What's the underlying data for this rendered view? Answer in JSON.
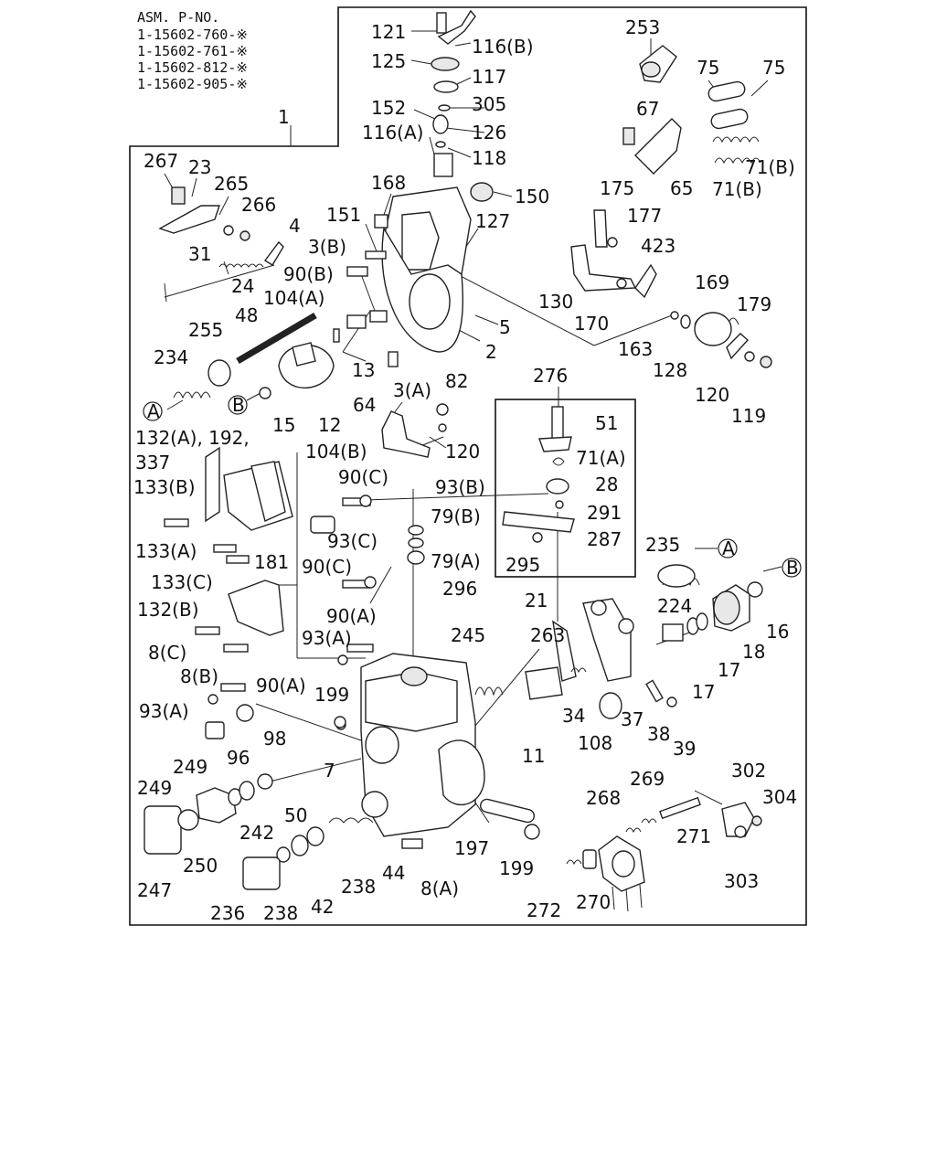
{
  "header": {
    "title": "ASM. P-NO.",
    "part_numbers": [
      "1-15602-760-※",
      "1-15602-761-※",
      "1-15602-812-※",
      "1-15602-905-※"
    ]
  },
  "callouts": {
    "c1": "1",
    "c121": "121",
    "c116b": "116(B)",
    "c125": "125",
    "c117": "117",
    "c152": "152",
    "c305": "305",
    "c126": "126",
    "c116a": "116(A)",
    "c118": "118",
    "c253": "253",
    "c75a": "75",
    "c75b": "75",
    "c67": "67",
    "c71b1": "71(B)",
    "c65": "65",
    "c71b2": "71(B)",
    "c267": "267",
    "c23": "23",
    "c265": "265",
    "c266": "266",
    "c168": "168",
    "c150": "150",
    "c151": "151",
    "c127": "127",
    "c175": "175",
    "c177": "177",
    "c4": "4",
    "c31": "31",
    "c3b": "3(B)",
    "c423": "423",
    "c90b": "90(B)",
    "c24": "24",
    "c169": "169",
    "c179": "179",
    "c104a": "104(A)",
    "c130": "130",
    "c170": "170",
    "c5": "5",
    "c48": "48",
    "c255": "255",
    "c163": "163",
    "c2": "2",
    "c234": "234",
    "c128": "128",
    "c13": "13",
    "c82": "82",
    "c120a": "120",
    "c3a": "3(A)",
    "c276": "276",
    "c119": "119",
    "ca1": "A",
    "cb1": "B",
    "c15": "15",
    "c64": "64",
    "c12": "12",
    "c51": "51",
    "c132a": "132(A), 192,",
    "c120b": "120",
    "c337": "337",
    "c104b": "104(B)",
    "c71a": "71(A)",
    "c90c1": "90(C)",
    "c28": "28",
    "c133b": "133(B)",
    "c93b": "93(B)",
    "c291": "291",
    "c79b": "79(B)",
    "c287": "287",
    "c93c": "93(C)",
    "c133a": "133(A)",
    "c235": "235",
    "ca2": "A",
    "c79a": "79(A)",
    "c181": "181",
    "c295": "295",
    "c133c": "133(C)",
    "c90c2": "90(C)",
    "cb2": "B",
    "c296": "296",
    "c21": "21",
    "c132b": "132(B)",
    "c90a1": "90(A)",
    "c224": "224",
    "c16": "16",
    "c8c": "8(C)",
    "c245": "245",
    "c263": "263",
    "c93a1": "93(A)",
    "c18": "18",
    "c8b": "8(B)",
    "c17a": "17",
    "c90a2": "90(A)",
    "c199a": "199",
    "c17b": "17",
    "c93a2": "93(A)",
    "c34": "34",
    "c37": "37",
    "c98": "98",
    "c38": "38",
    "c96": "96",
    "c108": "108",
    "c39": "39",
    "c11": "11",
    "c249a": "249",
    "c7": "7",
    "c302": "302",
    "c269": "269",
    "c249b": "249",
    "c268": "268",
    "c304": "304",
    "c50": "50",
    "c242": "242",
    "c271": "271",
    "c197": "197",
    "c250": "250",
    "c44": "44",
    "c199b": "199",
    "c303": "303",
    "c238a": "238",
    "c8a": "8(A)",
    "c247": "247",
    "c272": "272",
    "c270": "270",
    "c42": "42",
    "c236": "236",
    "c238b": "238"
  }
}
